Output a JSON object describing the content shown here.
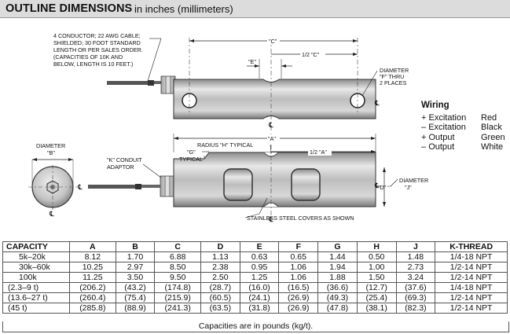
{
  "header": {
    "title": "OUTLINE DIMENSIONS",
    "subtitle": "in inches (millimeters)"
  },
  "callouts": {
    "cable": [
      "4 CONDUCTOR; 22 AWG CABLE;",
      "SHIELDED; 30 FOOT STANDARD",
      "LENGTH OR PER SALES ORDER.",
      "(CAPACITIES OF 10K AND",
      "BELOW, LENGTH IS 10 FEET.)"
    ],
    "hole": [
      "DIAMETER",
      "\"F\" THRU",
      "2 PLACES"
    ],
    "dim_c": "\"C\"",
    "dim_half_c": "1/2 \"C\"",
    "dim_e": "\"E\"",
    "dim_a": "\"A\"",
    "dim_half_a": "1/2 \"A\"",
    "radius": "RADIUS \"H\" TYPICAL",
    "dim_g": [
      "\"G\"",
      "TYPICAL"
    ],
    "conduit": [
      "\"K\" CONDUIT",
      "ADAPTOR"
    ],
    "end_view": [
      "DIAMETER",
      "\"B\""
    ],
    "dim_d": "\"D\"",
    "dim_j": [
      "DIAMETER",
      "\"J\""
    ],
    "covers": "STAINLESS STEEL COVERS AS SHOWN"
  },
  "wiring": {
    "title": "Wiring",
    "rows": [
      {
        "sign": "+",
        "signal": "Excitation",
        "color": "Red"
      },
      {
        "sign": "–",
        "signal": "Excitation",
        "color": "Black"
      },
      {
        "sign": "+",
        "signal": "Output",
        "color": "Green"
      },
      {
        "sign": "–",
        "signal": "Output",
        "color": "White"
      }
    ]
  },
  "table": {
    "headers": [
      "CAPACITY",
      "A",
      "B",
      "C",
      "D",
      "E",
      "F",
      "G",
      "H",
      "J",
      "K-THREAD"
    ],
    "rows": [
      [
        "5k–20k",
        "8.12",
        "1.70",
        "6.88",
        "1.13",
        "0.63",
        "0.65",
        "1.44",
        "0.50",
        "1.48",
        "1/4-18 NPT"
      ],
      [
        "30k–60k",
        "10.25",
        "2.97",
        "8.50",
        "2.38",
        "0.95",
        "1.06",
        "1.94",
        "1.00",
        "2.73",
        "1/2-14 NPT"
      ],
      [
        "100k",
        "11.25",
        "3.50",
        "9.50",
        "2.50",
        "1.25",
        "1.06",
        "1.88",
        "1.50",
        "3.24",
        "1/2-14 NPT"
      ],
      [
        "(2.3–9 t)",
        "(206.2)",
        "(43.2)",
        "(174.8)",
        "(28.7)",
        "(16.0)",
        "(16.5)",
        "(36.6)",
        "(12.7)",
        "(37.6)",
        "1/4-18 NPT"
      ],
      [
        "(13.6–27 t)",
        "(260.4)",
        "(75.4)",
        "(215.9)",
        "(60.5)",
        "(24.1)",
        "(26.9)",
        "(49.3)",
        "(25.4)",
        "(69.3)",
        "1/2-14 NPT"
      ],
      [
        "(45 t)",
        "(285.8)",
        "(88.9)",
        "(241.3)",
        "(63.5)",
        "(31.8)",
        "(26.9)",
        "(47.8)",
        "(38.1)",
        "(82.3)",
        "1/2-14 NPT"
      ]
    ],
    "footnote": "Capacities are in pounds (kg/t)."
  }
}
